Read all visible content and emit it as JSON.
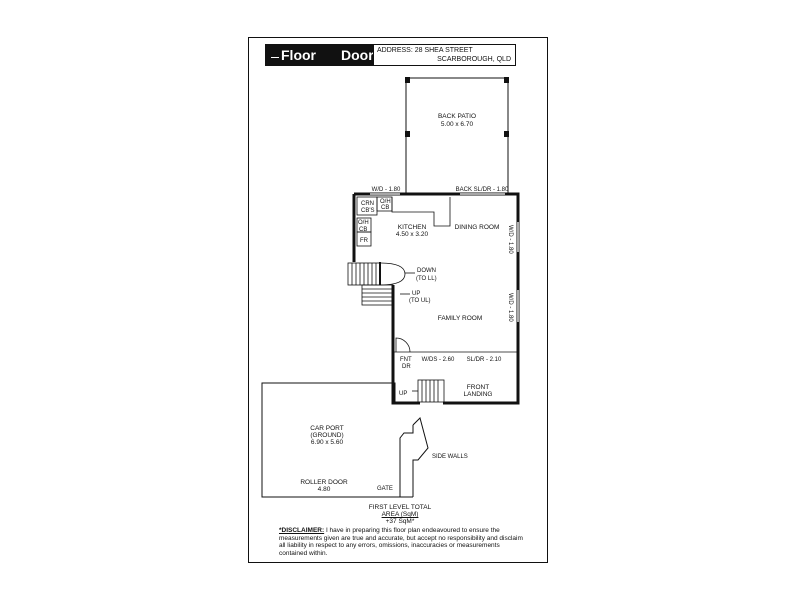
{
  "brand": {
    "word1": "Floor",
    "word2": "Door",
    "color": "#111111"
  },
  "address": {
    "line1": "ADDRESS: 28 SHEA STREET",
    "line2": "SCARBOROUGH, QLD"
  },
  "rooms": {
    "back_patio": {
      "name": "BACK PATIO",
      "size": "5.00 x 6.70"
    },
    "kitchen": {
      "name": "KITCHEN",
      "size": "4.50 x 3.20"
    },
    "dining_room": {
      "name": "DINING ROOM"
    },
    "family_room": {
      "name": "FAMILY ROOM"
    },
    "carport": {
      "name1": "CAR PORT",
      "name2": "(GROUND)",
      "size": "6.90 x 5.60"
    },
    "front_landing": {
      "name1": "FRONT",
      "name2": "LANDING"
    }
  },
  "labels": {
    "wd_top": "W/D - 1.80",
    "back_sldr": "BACK SL/DR - 1.80",
    "wd_right_upper": "W/D - 1.80",
    "wd_right_lower": "W/D - 1.80",
    "wds_bottom": "W/DS - 2.60",
    "sldr_bottom": "SL/DR - 2.10",
    "crn_cbs": [
      "CRN",
      "CB'S"
    ],
    "oh_cb_top": [
      "O/H",
      "CB"
    ],
    "oh_cb_left": [
      "O/H",
      "CB"
    ],
    "fr": "FR",
    "down": [
      "DOWN",
      "(TO LL)"
    ],
    "up_ul": [
      "UP",
      "(TO UL)"
    ],
    "fnt_dr": [
      "FNT",
      "DR"
    ],
    "up": "UP",
    "side_walls": "SIDE WALLS",
    "roller_door": [
      "ROLLER DOOR",
      "4.80"
    ],
    "gate": "GATE"
  },
  "footer": {
    "line1": "FIRST LEVEL TOTAL",
    "line2": "AREA (SqM)",
    "line3": "+37 SqM*"
  },
  "disclaimer": {
    "title": "*DISCLAIMER:",
    "text": " I have in preparing this floor plan endeavoured to ensure the measurements given are true and accurate, but accept no responsibility and disclaim all liability in respect to any errors, omissions, inaccuracies or measurements contained within."
  }
}
